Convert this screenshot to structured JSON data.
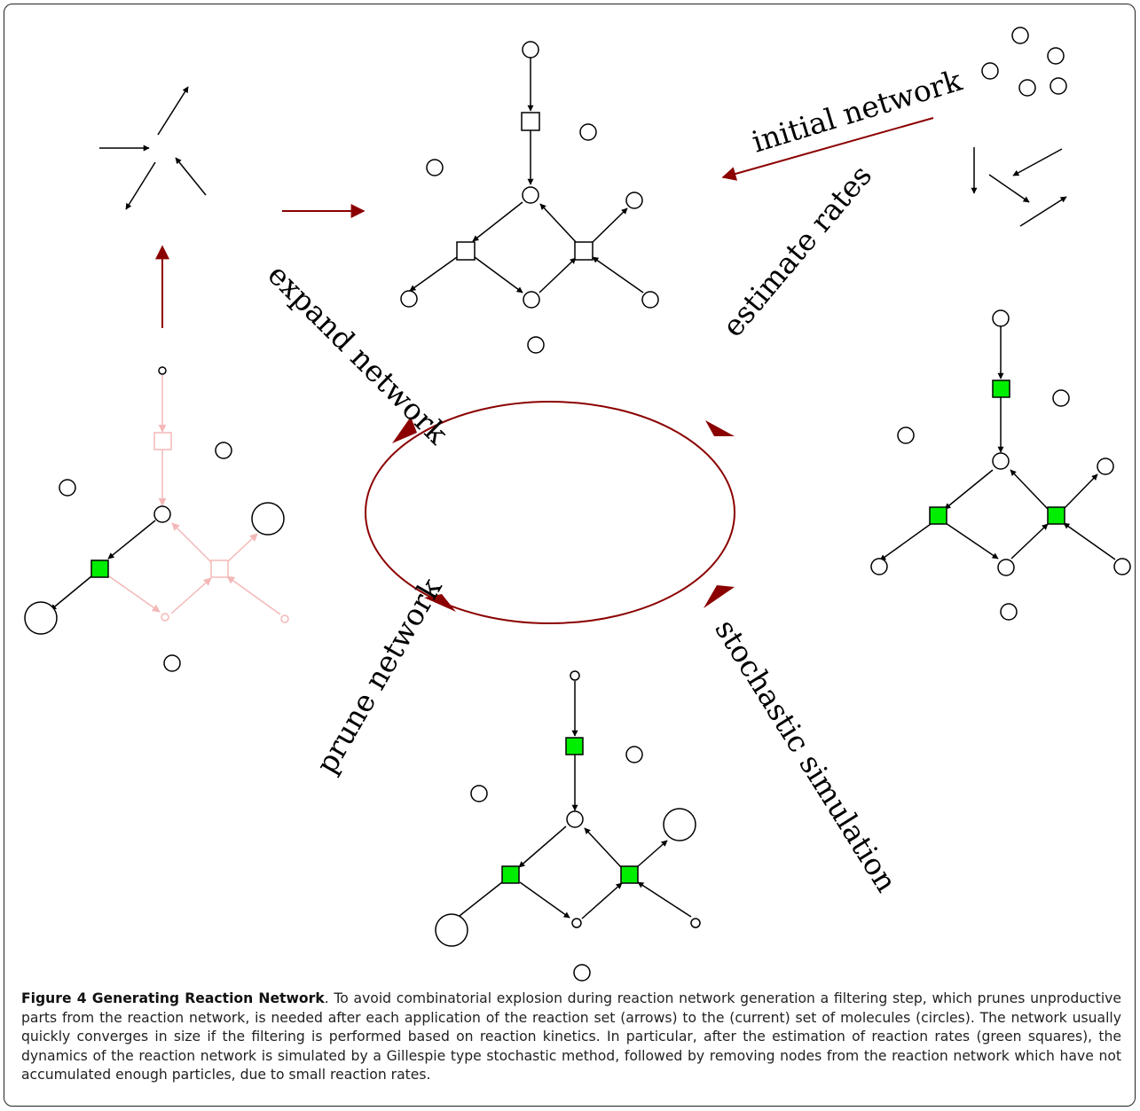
{
  "labels": {
    "initial_network": "initial network",
    "expand_network": "expand network",
    "estimate_rates": "estimate rates",
    "stochastic_simulation": "stochastic simulation",
    "prune_network": "prune network"
  },
  "colors": {
    "cycle_arrow": "#8b0000",
    "rate_square": "#00ee00",
    "pruned": "#f4b8b8",
    "stroke": "#000000"
  },
  "caption": {
    "title": "Figure 4 Generating Reaction Network",
    "text": ". To avoid combinatorial explosion during reaction network generation a filtering step, which prunes unproductive parts from the reaction network, is needed after each application of the reaction set (arrows) to the (current) set of molecules (circles). The network usually quickly converges in size if the filtering is performed based on reaction kinetics. In particular, after the estimation of reaction rates (green squares), the dynamics of the reaction network is simulated by a Gillespie type stochastic method, followed by removing nodes from the reaction network which have not accumulated enough particles, due to small reaction rates."
  }
}
